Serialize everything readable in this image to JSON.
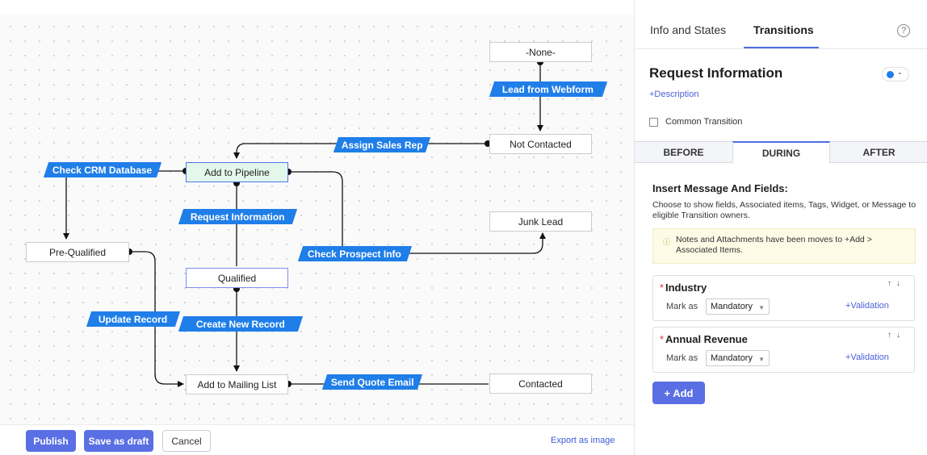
{
  "flow": {
    "states": {
      "none": "-None-",
      "not_contacted": "Not Contacted",
      "add_to_pipeline": "Add to Pipeline",
      "junk_lead": "Junk Lead",
      "pre_qualified": "Pre-Qualified",
      "qualified": "Qualified",
      "add_to_mailing_list": "Add to Mailing List",
      "contacted": "Contacted"
    },
    "transitions": {
      "lead_from_webform": "Lead from Webform",
      "assign_sales_rep": "Assign Sales Rep",
      "check_crm_database": "Check CRM Database",
      "request_information": "Request Information",
      "check_prospect_info": "Check Prospect Info",
      "update_record": "Update Record",
      "create_new_record": "Create New Record",
      "send_quote_email": "Send Quote Email"
    },
    "colors": {
      "transition": "#1f7ee8",
      "active_state": "#e3f7ea",
      "line": "#111111"
    }
  },
  "footer": {
    "publish": "Publish",
    "save_draft": "Save as draft",
    "cancel": "Cancel",
    "export": "Export as image"
  },
  "panel": {
    "tabs": {
      "info": "Info and States",
      "transitions": "Transitions"
    },
    "help_icon": "?",
    "title": "Request Information",
    "add_description": "+Description",
    "common_transition": "Common Transition",
    "phases": {
      "before": "BEFORE",
      "during": "DURING",
      "after": "AFTER"
    },
    "insert_title": "Insert Message And Fields:",
    "insert_desc": "Choose to show fields, Associated items, Tags, Widget, or Message to eligible Transition owners.",
    "notice": "Notes and Attachments have been moves to +Add > Associated Items.",
    "fields": [
      {
        "name": "Industry",
        "mark_as_label": "Mark as",
        "mark_value": "Mandatory",
        "validation": "+Validation"
      },
      {
        "name": "Annual Revenue",
        "mark_as_label": "Mark as",
        "mark_value": "Mandatory",
        "validation": "+Validation"
      }
    ],
    "add_button": "+ Add"
  }
}
